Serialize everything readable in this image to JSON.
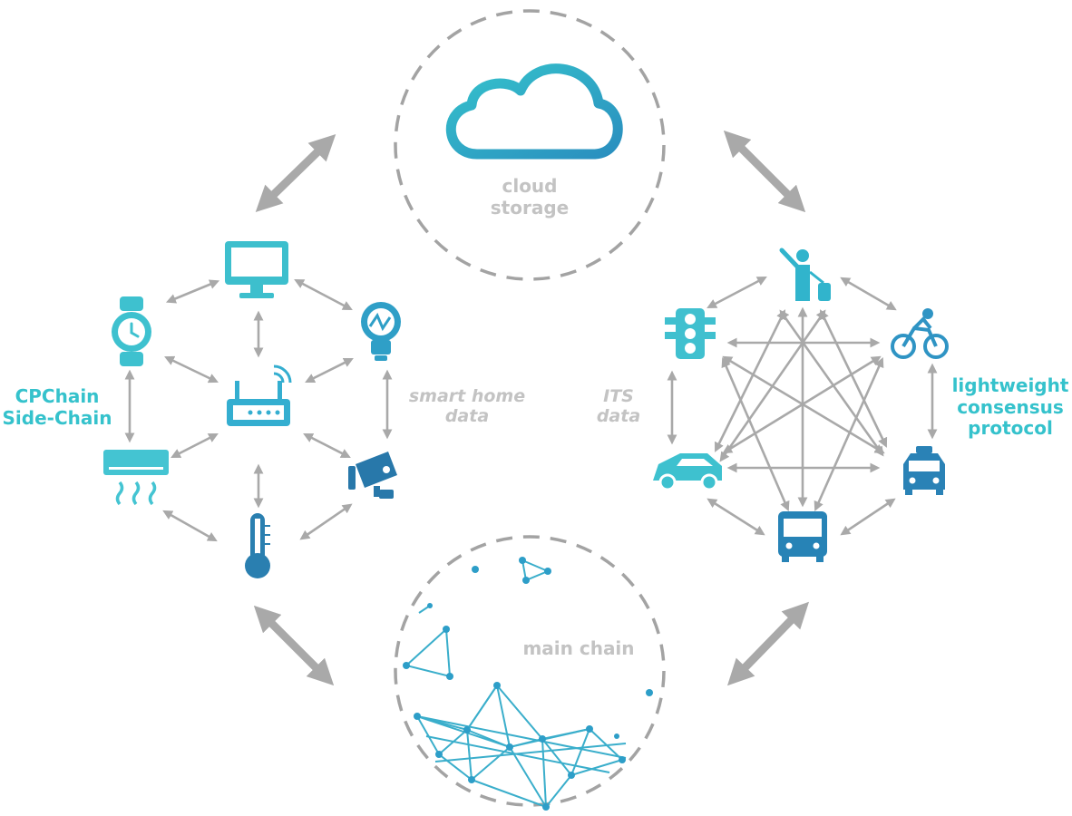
{
  "colors": {
    "teal": "#35c2cc",
    "blue": "#2a8fbf",
    "deep_blue": "#2377a8",
    "arrow_gray": "#a9a9a9",
    "dash_gray": "#9a9a9a",
    "label_gray": "#c3c3c3"
  },
  "labels": {
    "cloud": [
      "cloud",
      "storage"
    ],
    "smart_home": [
      "smart home",
      "data"
    ],
    "its": [
      "ITS",
      "data"
    ],
    "main_chain": [
      "main chain"
    ],
    "cpchain": [
      "CPChain",
      "Side-Chain"
    ],
    "lightweight": [
      "lightweight",
      "consensus",
      "protocol"
    ]
  },
  "nodes": {
    "cloud": {
      "icon": "cloud-icon"
    },
    "main_chain": {
      "icon": "network-graph-icon"
    },
    "smart_home": [
      {
        "id": "monitor",
        "icon": "monitor-icon"
      },
      {
        "id": "watch",
        "icon": "watch-icon"
      },
      {
        "id": "bulb",
        "icon": "lightbulb-icon"
      },
      {
        "id": "router",
        "icon": "wifi-router-icon"
      },
      {
        "id": "ac",
        "icon": "air-conditioner-icon"
      },
      {
        "id": "camera",
        "icon": "security-camera-icon"
      },
      {
        "id": "thermometer",
        "icon": "thermometer-icon"
      }
    ],
    "its": [
      {
        "id": "person",
        "icon": "traveler-icon"
      },
      {
        "id": "traffic_light",
        "icon": "traffic-light-icon"
      },
      {
        "id": "bike",
        "icon": "cyclist-icon"
      },
      {
        "id": "car",
        "icon": "car-icon"
      },
      {
        "id": "taxi",
        "icon": "taxi-icon"
      },
      {
        "id": "bus",
        "icon": "bus-icon"
      }
    ]
  }
}
